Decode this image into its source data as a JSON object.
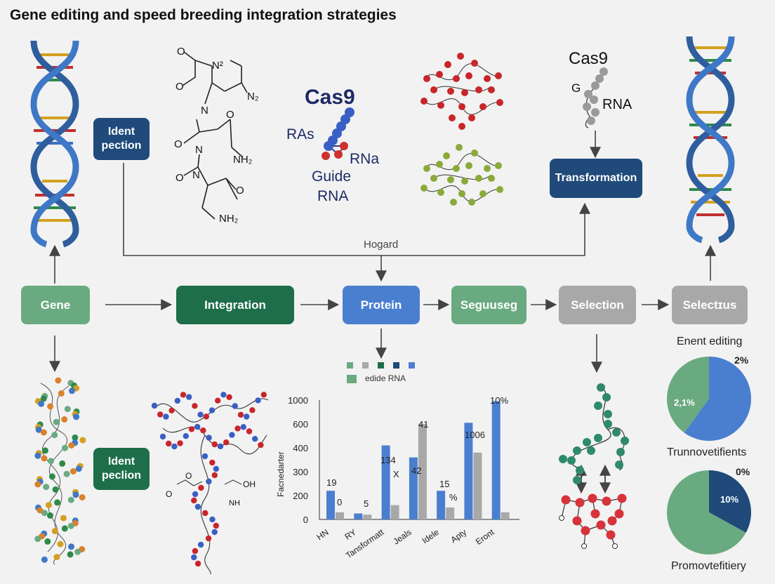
{
  "title": "Gene editing and speed breeding integration strategies",
  "flow": {
    "gene": "Gene",
    "integration": "Integration",
    "protein": "Protein",
    "seguuseg": "Seguuseg",
    "selection": "Selection",
    "selectus": "Selectɪus",
    "hogard": "Hogard"
  },
  "side_boxes": {
    "ident_top": "Ident\npection",
    "ident_bottom": "Ident\npeclion",
    "transformation": "Transformation"
  },
  "chem_labels": {
    "o1": "O",
    "n1": "N²",
    "o2": "O",
    "n2": "N₂",
    "n3": "N",
    "o3": "O",
    "o4": "O",
    "n4": "N",
    "nh2a": "NH₂",
    "n5": "N",
    "o5": "O",
    "o6": "O",
    "nh2b": "NH₂"
  },
  "cas9_center": {
    "cas9": "Cas9",
    "ras": "RAs",
    "rna": "RNa",
    "guide": "Guide",
    "guide_rna": "RNA"
  },
  "cas9_right": {
    "cas9": "Cas9",
    "g": "G",
    "rna": "RNA"
  },
  "bottom_chem": {
    "o1": "O",
    "o2": "O",
    "o3": "OH",
    "nh": "NH"
  },
  "legend_label": "edide RNA",
  "legend_colors": [
    "#6aaa80",
    "#a8a8a8",
    "#1e6e4a",
    "#1f4a7a",
    "#4a7fd0"
  ],
  "chart_data": {
    "type": "bar",
    "ylabel": "Facnedarter",
    "yticks": [
      0,
      200,
      300,
      400,
      600,
      1000
    ],
    "categories": [
      "HN",
      "RY",
      "Tansformatt",
      "Jeals",
      "Idele",
      "Apty",
      "Eront"
    ],
    "series": [
      {
        "color": "#4a7fd0",
        "values": [
          220,
          50,
          420,
          360,
          220,
          620,
          980
        ]
      },
      {
        "color": "#a8a8a8",
        "values": [
          60,
          40,
          120,
          600,
          100,
          380,
          60
        ]
      }
    ],
    "annotations": [
      "19",
      "0",
      "5",
      "134",
      "X",
      "42",
      "41",
      "15",
      "%",
      "1006",
      "10%"
    ]
  },
  "pie_top": {
    "title": "Enent editing",
    "label_pct": "2%",
    "inner": "2,1%",
    "colors": [
      "#4a7fd0",
      "#6aaa80"
    ],
    "values": [
      0.6,
      0.4
    ]
  },
  "pie_bottom_title": "Trunnovetifients",
  "pie_bottom": {
    "label_pct": "0%",
    "inner": "10%",
    "caption": "Promovtefitiery",
    "colors": [
      "#1f4a7a",
      "#6aaa80"
    ],
    "values": [
      0.33,
      0.67
    ]
  },
  "colors": {
    "dark_green": "#1e6e4a",
    "light_green": "#6aaa80",
    "blue": "#4a7fd0",
    "gray": "#a8a8a8",
    "navy": "#1f4a7a"
  }
}
